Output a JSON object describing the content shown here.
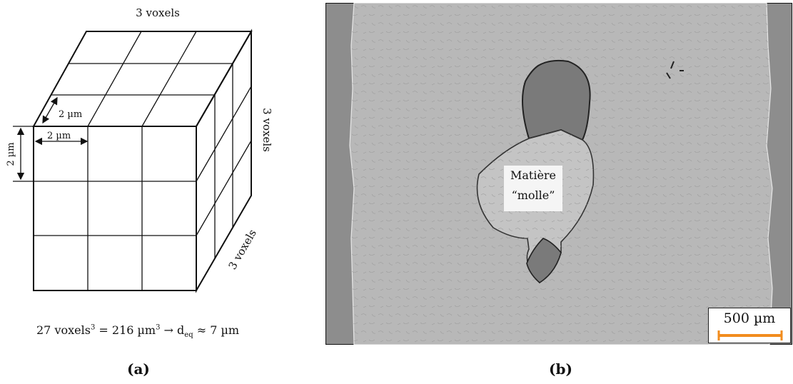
{
  "panel_a": {
    "top_label": "3 voxels",
    "right_label": "3 voxels",
    "diag_label": "3 voxels",
    "dim_depth": "2 µm",
    "dim_width": "2 µm",
    "dim_height": "2 µm",
    "formula_main": "27 voxels",
    "formula_sup": "3",
    "formula_mid": " = 216 µm",
    "formula_sup2": "3",
    "formula_arrow": " → d",
    "formula_sub": "eq",
    "formula_end": " ≈ 7 µm",
    "caption": "(a)"
  },
  "panel_b": {
    "annotation_line1": "Matière",
    "annotation_line2": "“molle”",
    "scalebar_text": "500 µm",
    "scalebar_color": "#f28c1e",
    "caption": "(b)"
  }
}
